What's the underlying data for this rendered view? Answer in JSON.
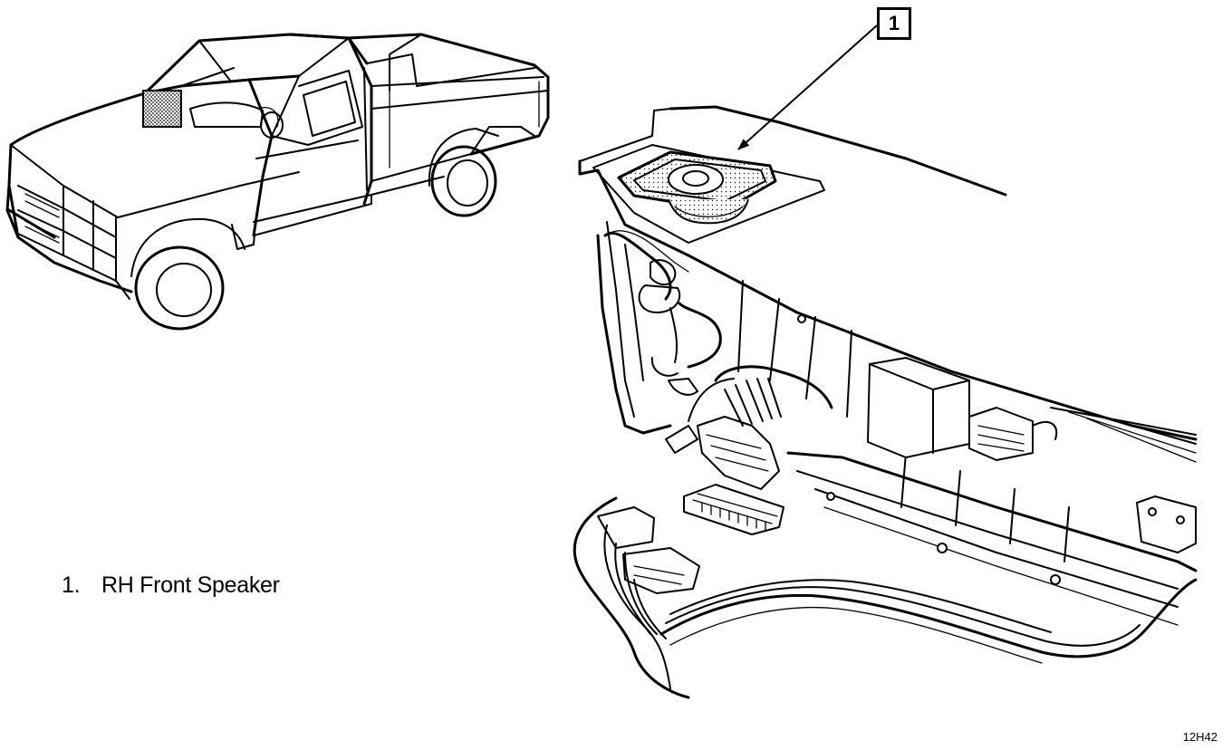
{
  "callout": {
    "number": "1"
  },
  "legend": {
    "items": [
      {
        "number": "1.",
        "label": "RH Front Speaker"
      }
    ]
  },
  "figure_code": "12H42"
}
